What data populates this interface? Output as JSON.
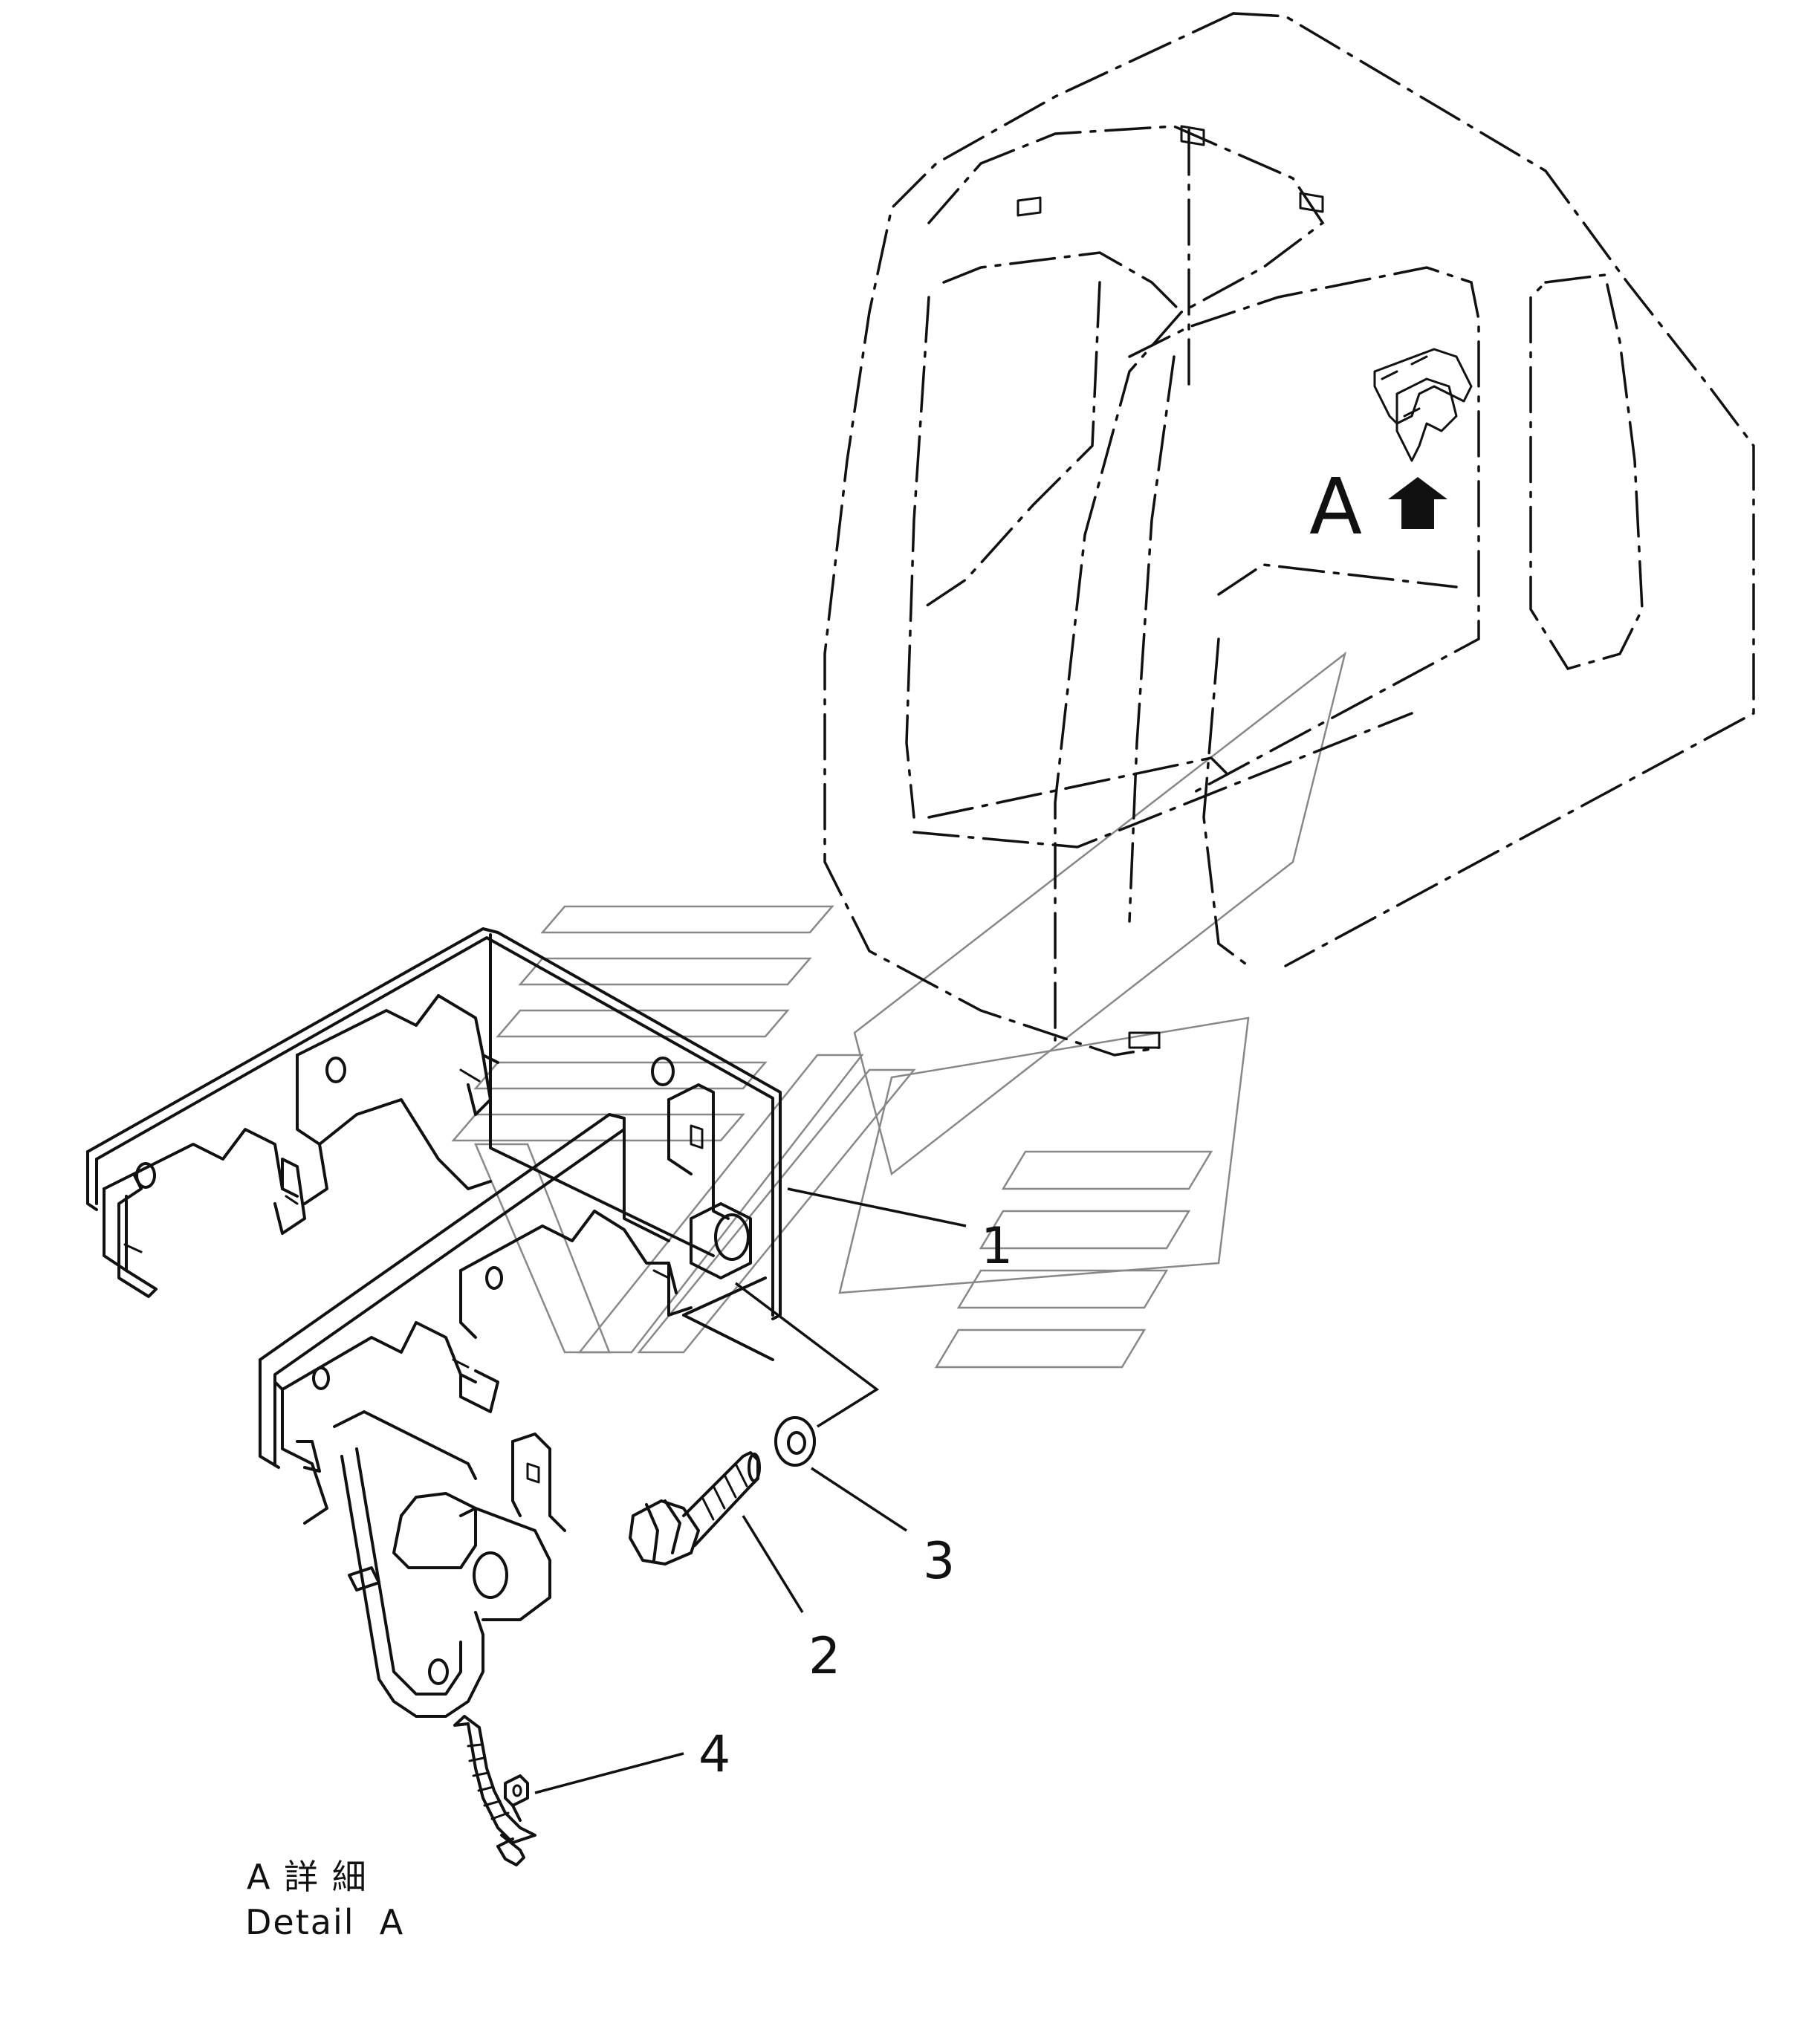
{
  "view_marker": {
    "letter": "A"
  },
  "callouts": [
    {
      "id": "1",
      "label": "1"
    },
    {
      "id": "2",
      "label": "2"
    },
    {
      "id": "3",
      "label": "3"
    },
    {
      "id": "4",
      "label": "4"
    }
  ],
  "caption": {
    "line1": "A 詳 細",
    "line2": "Detail  A"
  },
  "colors": {
    "line": "#111111",
    "background": "#ffffff",
    "watermark": "#888888"
  }
}
